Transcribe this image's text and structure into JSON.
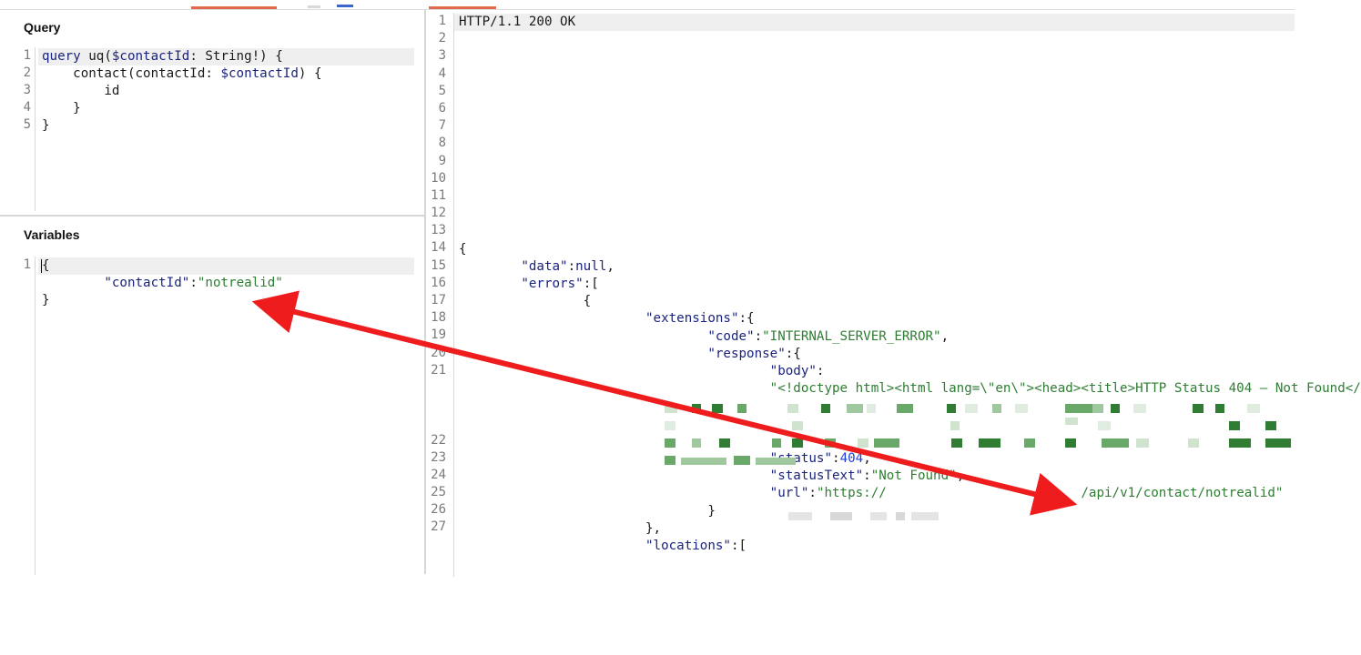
{
  "query_panel": {
    "title": "Query",
    "line_numbers": [
      "1",
      "2",
      "3",
      "4",
      "5"
    ],
    "lines": [
      [
        {
          "t": "query",
          "c": "kw"
        },
        {
          "t": " uq(",
          "c": "plain"
        },
        {
          "t": "$contactId",
          "c": "var"
        },
        {
          "t": ": String!) {",
          "c": "plain"
        }
      ],
      [
        {
          "t": "    contact(contactId: ",
          "c": "plain"
        },
        {
          "t": "$contactId",
          "c": "var"
        },
        {
          "t": ") {",
          "c": "plain"
        }
      ],
      [
        {
          "t": "        id",
          "c": "plain"
        }
      ],
      [
        {
          "t": "    }",
          "c": "plain"
        }
      ],
      [
        {
          "t": "}",
          "c": "plain"
        }
      ]
    ]
  },
  "variables_panel": {
    "title": "Variables",
    "line_numbers": [
      "1"
    ],
    "lines": [
      [
        {
          "t": "{",
          "c": "plain"
        }
      ],
      [
        {
          "t": "        ",
          "c": "plain"
        },
        {
          "t": "\"contactId\"",
          "c": "key"
        },
        {
          "t": ":",
          "c": "plain"
        },
        {
          "t": "\"notrealid\"",
          "c": "str"
        }
      ],
      [
        {
          "t": "}",
          "c": "plain"
        }
      ]
    ]
  },
  "response_panel": {
    "line_numbers": [
      "1",
      "2",
      "3",
      "4",
      "5",
      "6",
      "7",
      "8",
      "9",
      "10",
      "11",
      "12",
      "13",
      "14",
      "15",
      "16",
      "17",
      "18",
      "19",
      "20",
      "21",
      "",
      "",
      "",
      "22",
      "23",
      "24",
      "25",
      "26",
      "27"
    ],
    "lines": [
      [
        {
          "t": "HTTP/1.1 200 OK",
          "c": "plain"
        }
      ],
      [],
      [],
      [],
      [],
      [],
      [],
      [],
      [],
      [],
      [],
      [],
      [],
      [
        {
          "t": "{",
          "c": "plain"
        }
      ],
      [
        {
          "t": "        ",
          "c": "plain"
        },
        {
          "t": "\"data\"",
          "c": "key"
        },
        {
          "t": ":",
          "c": "plain"
        },
        {
          "t": "null",
          "c": "kw"
        },
        {
          "t": ",",
          "c": "plain"
        }
      ],
      [
        {
          "t": "        ",
          "c": "plain"
        },
        {
          "t": "\"errors\"",
          "c": "key"
        },
        {
          "t": ":[",
          "c": "plain"
        }
      ],
      [
        {
          "t": "                {",
          "c": "plain"
        }
      ],
      [
        {
          "t": "                        ",
          "c": "plain"
        },
        {
          "t": "\"extensions\"",
          "c": "key"
        },
        {
          "t": ":{",
          "c": "plain"
        }
      ],
      [
        {
          "t": "                                ",
          "c": "plain"
        },
        {
          "t": "\"code\"",
          "c": "key"
        },
        {
          "t": ":",
          "c": "plain"
        },
        {
          "t": "\"INTERNAL_SERVER_ERROR\"",
          "c": "str"
        },
        {
          "t": ",",
          "c": "plain"
        }
      ],
      [
        {
          "t": "                                ",
          "c": "plain"
        },
        {
          "t": "\"response\"",
          "c": "key"
        },
        {
          "t": ":{",
          "c": "plain"
        }
      ],
      [
        {
          "t": "                                        ",
          "c": "plain"
        },
        {
          "t": "\"body\"",
          "c": "key"
        },
        {
          "t": ":",
          "c": "plain"
        }
      ],
      [
        {
          "t": "                                        ",
          "c": "plain"
        },
        {
          "t": "\"<!doctype html><html lang=\\\"en\\\"><head><title>HTTP Status 404 – Not Found</",
          "c": "str"
        }
      ],
      [],
      [],
      [
        {
          "t": "                                        ",
          "c": "plain"
        }
      ],
      [
        {
          "t": "                                        ",
          "c": "plain"
        },
        {
          "t": "\"status\"",
          "c": "key"
        },
        {
          "t": ":",
          "c": "plain"
        },
        {
          "t": "404",
          "c": "num"
        },
        {
          "t": ",",
          "c": "plain"
        }
      ],
      [
        {
          "t": "                                        ",
          "c": "plain"
        },
        {
          "t": "\"statusText\"",
          "c": "key"
        },
        {
          "t": ":",
          "c": "plain"
        },
        {
          "t": "\"Not Found\"",
          "c": "str"
        },
        {
          "t": ",",
          "c": "plain"
        }
      ],
      [
        {
          "t": "                                        ",
          "c": "plain"
        },
        {
          "t": "\"url\"",
          "c": "key"
        },
        {
          "t": ":",
          "c": "plain"
        },
        {
          "t": "\"https://",
          "c": "str"
        },
        {
          "t": "                         ",
          "c": "plain"
        },
        {
          "t": "/api/v1/contact/notrealid\"",
          "c": "str"
        }
      ],
      [
        {
          "t": "                                }",
          "c": "plain"
        }
      ],
      [
        {
          "t": "                        },",
          "c": "plain"
        }
      ],
      [
        {
          "t": "                        ",
          "c": "plain"
        },
        {
          "t": "\"locations\"",
          "c": "key"
        },
        {
          "t": ":[",
          "c": "plain"
        }
      ]
    ]
  },
  "colors": {
    "tab_accent": "#e06a4b",
    "arrow": "#ee1c1c",
    "string": "#2e7d32",
    "key": "#1a237e",
    "number": "#1e3fd6"
  }
}
